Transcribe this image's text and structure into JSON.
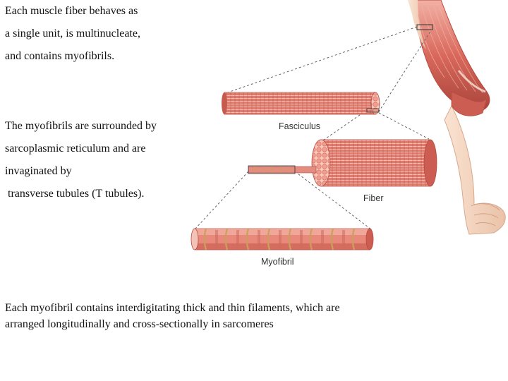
{
  "left_text": {
    "para1": [
      "Each muscle fiber behaves as",
      "a single unit, is multinucleate,",
      "and contains myofibrils."
    ],
    "para2": [
      "The myofibrils are surrounded by",
      "sarcoplasmic reticulum and are",
      "invaginated by",
      " transverse tubules (T tubules)."
    ]
  },
  "bottom_text": [
    "Each myofibril contains interdigitating thick and thin filaments, which are",
    "arranged longitudinally and cross-sectionally in sarcomeres"
  ],
  "diagram": {
    "labels": {
      "fasciculus": "Fasciculus",
      "fiber": "Fiber",
      "myofibril": "Myofibril"
    },
    "colors": {
      "muscle": "#d9685c",
      "muscle_dark": "#b84a40",
      "muscle_light": "#f0a79a",
      "skin": "#f3d2bd",
      "band": "#c9a15a",
      "dashes": "#666666"
    }
  }
}
